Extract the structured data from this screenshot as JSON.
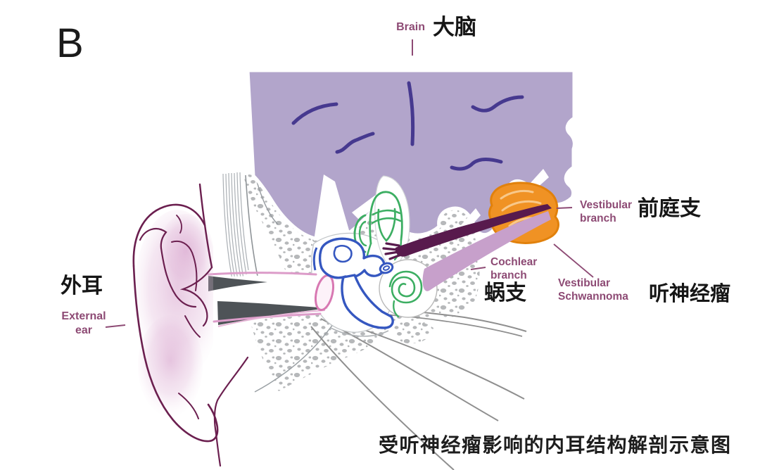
{
  "panel": {
    "letter": "B"
  },
  "caption": "受听神经瘤影响的内耳结构解剖示意图",
  "labels": {
    "brain": {
      "en": "Brain",
      "zh": "大脑"
    },
    "vestibular_branch": {
      "en": "Vestibular branch",
      "zh": "前庭支"
    },
    "cochlear_branch": {
      "en": "Cochlear branch",
      "zh": "蜗支"
    },
    "vestibular_schwannoma": {
      "en": "Vestibular Schwannoma",
      "zh": "听神经瘤"
    },
    "external_ear": {
      "en": "External ear",
      "zh": "外耳"
    }
  },
  "structures": [
    "brain",
    "temporal-bone",
    "external-ear",
    "ear-canal",
    "eardrum",
    "ossicles",
    "semicircular-canals",
    "cochlea",
    "vestibular-nerve",
    "cochlear-branch",
    "vestibular-schwannoma-tumor",
    "eustachian-tube"
  ],
  "colors": {
    "brain_fill": "#b2a5cb",
    "brain_sulci": "#46398f",
    "bone_stipple": "#b6b8ba",
    "ear_outline": "#6b1f4f",
    "ear_shading": "#d49bc8",
    "canal_lining": "#dc9cc9",
    "canal_wall": "#4e5357",
    "eardrum": "#d878b2",
    "ossicles": "#3557c0",
    "labyrinth": "#3cae62",
    "vestibular_nerve": "#581a4d",
    "cochlear_branch": "#c7a0cb",
    "tumor_fill": "#f09224",
    "tumor_outline": "#e1810c",
    "label_text": "#8d4a74",
    "zh_text": "#161616"
  }
}
